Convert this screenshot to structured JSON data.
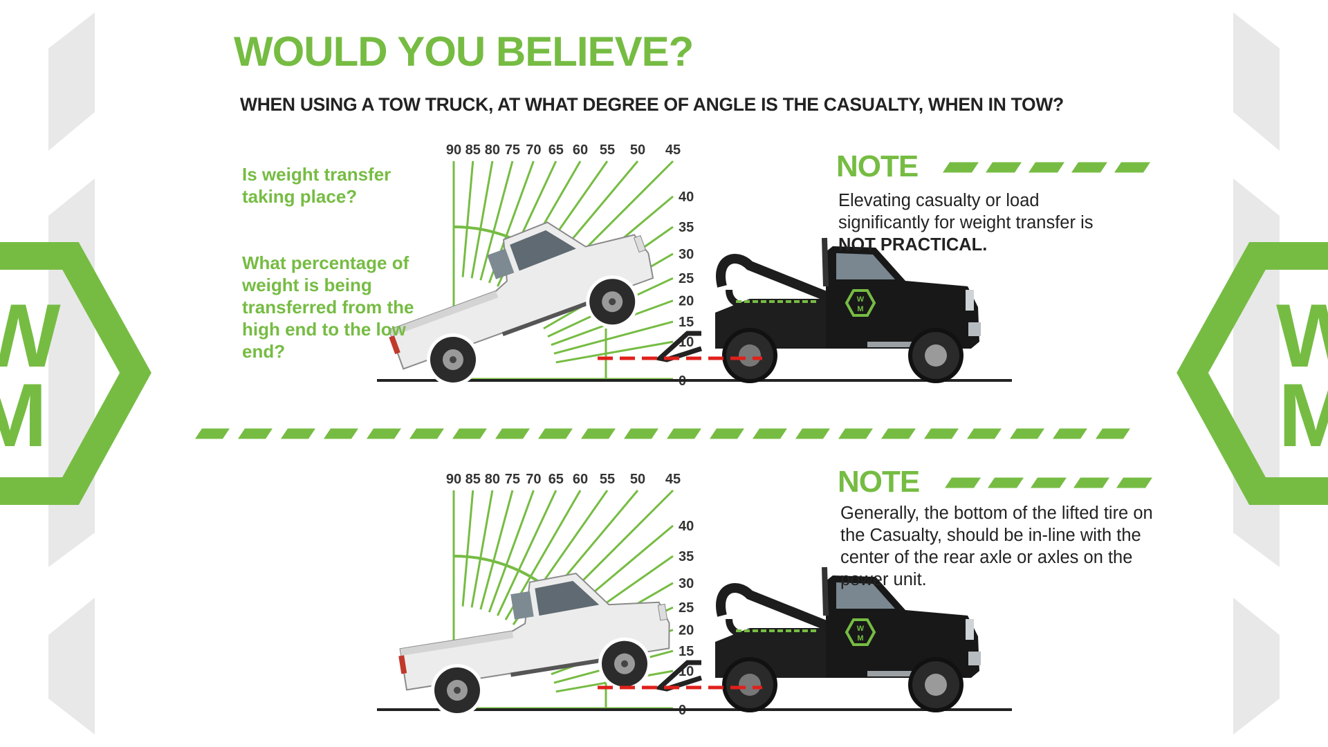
{
  "header": {
    "title": "WOULD YOU BELIEVE?",
    "subtitle": "WHEN USING A TOW TRUCK, AT WHAT DEGREE OF ANGLE IS THE CASUALTY, WHEN IN TOW?"
  },
  "questions": [
    {
      "text": "Is weight transfer taking place?"
    },
    {
      "text": "What percentage of weight is being transferred from the high end to the low end?"
    }
  ],
  "gauge": {
    "top_labels": [
      "90",
      "85",
      "80",
      "75",
      "70",
      "65",
      "60",
      "55",
      "50",
      "45"
    ],
    "side_labels": [
      "40",
      "35",
      "30",
      "25",
      "20",
      "15",
      "10"
    ],
    "zero_label": "0"
  },
  "notes": [
    {
      "title": "NOTE",
      "text": "Elevating casualty or load significantly for weight transfer is",
      "emphasis": "NOT PRACTICAL."
    },
    {
      "title": "NOTE",
      "text": "Generally, the bottom of the lifted tire on the Casualty, should be in-line with the center of the rear axle or axles on the power unit."
    }
  ],
  "logo": {
    "letters_top": "W",
    "letters_bottom": "M"
  },
  "colors": {
    "brand_green": "#76bc43",
    "text_dark": "#222222",
    "guide_red": "#e0201b",
    "panel_gray": "#e8e8e8"
  }
}
